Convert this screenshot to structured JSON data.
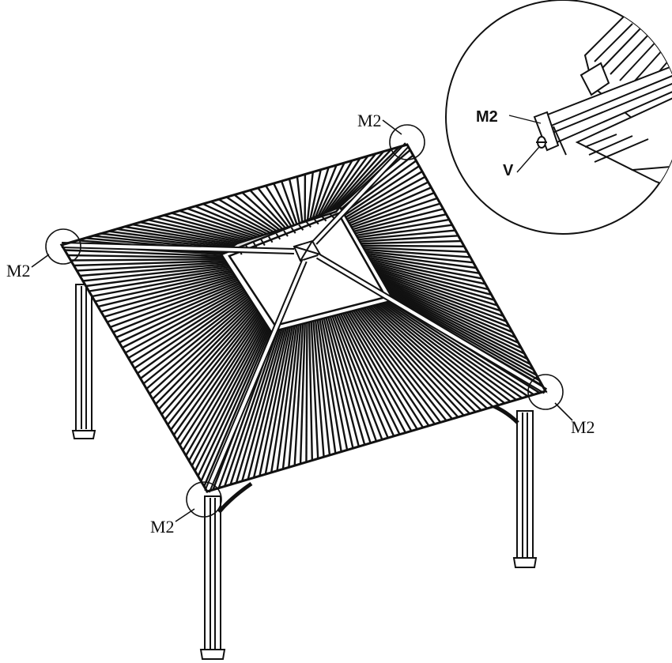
{
  "callouts": {
    "back": "M2",
    "left": "M2",
    "right": "M2",
    "front": "M2"
  },
  "detail": {
    "label_m2": "M2",
    "label_v": "V"
  },
  "colors": {
    "ink": "#111111",
    "paper": "#ffffff"
  }
}
